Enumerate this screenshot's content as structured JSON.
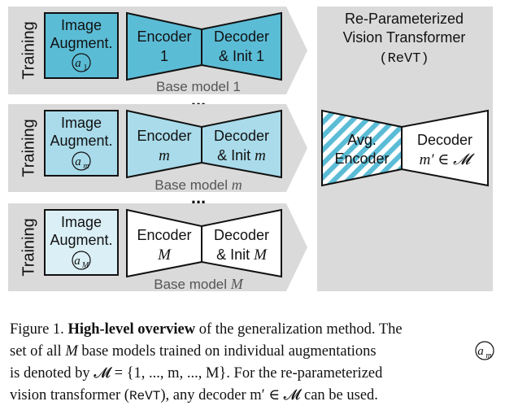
{
  "colors": {
    "panel_bg": "#dadada",
    "base_model_1_fill": "#5bbcd6",
    "base_model_m_fill": "#a9dbea",
    "base_model_M_fill": "#dbf0f6",
    "stroke": "#111111",
    "arrow_text": "#555555"
  },
  "rows": [
    {
      "side_label": "Training",
      "augment_line1": "Image",
      "augment_line2": "Augment.",
      "augment_symbol": "a",
      "augment_subscript": "1",
      "encoder_line1": "Encoder",
      "encoder_line2": "1",
      "decoder_line1": "Decoder",
      "decoder_line2": "& Init 1",
      "base_label": "Base model 1"
    },
    {
      "side_label": "Training",
      "augment_line1": "Image",
      "augment_line2": "Augment.",
      "augment_symbol": "a",
      "augment_subscript": "m",
      "encoder_line1": "Encoder",
      "encoder_line2": "m",
      "decoder_line1": "Decoder",
      "decoder_line2_prefix": "& Init ",
      "decoder_line2_var": "m",
      "base_label_prefix": "Base model ",
      "base_label_var": "m"
    },
    {
      "side_label": "Training",
      "augment_line1": "Image",
      "augment_line2": "Augment.",
      "augment_symbol": "a",
      "augment_subscript": "M",
      "encoder_line1": "Encoder",
      "encoder_line2": "M",
      "decoder_line1": "Decoder",
      "decoder_line2_prefix": "& Init ",
      "decoder_line2_var": "M",
      "base_label_prefix": "Base model ",
      "base_label_var": "M"
    }
  ],
  "ellipsis": "...",
  "revt": {
    "title_line1": "Re-Parameterized",
    "title_line2": "Vision Transformer",
    "title_line3": "(ReVT)",
    "encoder_line1": "Avg.",
    "encoder_line2": "Encoder",
    "decoder_line1": "Decoder",
    "decoder_line2": "m′ ∈ 𝓜"
  },
  "caption": {
    "figure_label": "Figure 1.",
    "bold_part": "High-level overview",
    "line1_rest": " of the generalization method. The",
    "line2_a": "set of all ",
    "line2_var": "M",
    "line2_b": " base models trained on individual augmentations ",
    "line2_sym": "a",
    "line2_sub": "m",
    "line3": "is denoted by 𝓜 = {1, ..., m, ..., M}.  For the re-parameterized",
    "line4_a": "vision transformer (",
    "line4_mono": "ReVT",
    "line4_b": "), any decoder m′ ∈ 𝓜 can be used."
  }
}
